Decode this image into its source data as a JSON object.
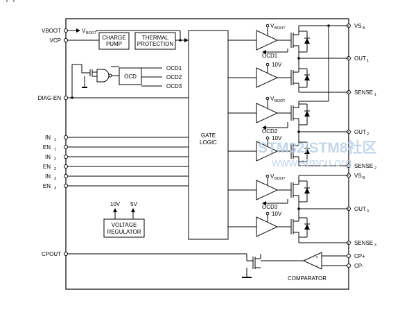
{
  "pins_left": {
    "vboot": "VBOOT",
    "vcp": "VCP",
    "diag_en": "DIAG-EN",
    "in1": "IN",
    "in1_sub": "1",
    "en1": "EN",
    "en1_sub": "1",
    "in2": "IN",
    "in2_sub": "2",
    "en2": "EN",
    "en2_sub": "2",
    "in3": "IN",
    "in3_sub": "3",
    "en3": "EN",
    "en3_sub": "3",
    "cpout": "CPOUT"
  },
  "pins_right": {
    "vsa": "VS",
    "vsa_sub": "A",
    "out1": "OUT",
    "out1_sub": "1",
    "sense1": "SENSE",
    "sense1_sub": "1",
    "out2": "OUT",
    "out2_sub": "2",
    "sense2": "SENSE",
    "sense2_sub": "2",
    "vsb": "VS",
    "vsb_sub": "B",
    "out3": "OUT",
    "out3_sub": "3",
    "sense3": "SENSE",
    "sense3_sub": "3",
    "cp_plus": "CP+",
    "cp_minus": "CP-"
  },
  "blocks": {
    "charge_pump_1": "CHARGE",
    "charge_pump_2": "PUMP",
    "thermal_1": "THERMAL",
    "thermal_2": "PROTECTION",
    "ocd": "OCD",
    "gate_logic_1": "GATE",
    "gate_logic_2": "LOGIC",
    "voltage_reg_1": "VOLTAGE",
    "voltage_reg_2": "REGULATOR",
    "comparator": "COMPARATOR"
  },
  "signals": {
    "vboot_int": "V",
    "vboot_int_sub": "BOOT",
    "ocd1_in": "OCD1",
    "ocd2_in": "OCD2",
    "ocd3_in": "OCD3",
    "ocd1_out": "OCD1",
    "ocd2_out": "OCD2",
    "ocd3_out": "OCD3",
    "drv_vboot_1": "V",
    "drv_vboot_1_sub": "BOOT",
    "drv_10v_1": "10V",
    "drv_vboot_2": "V",
    "drv_vboot_2_sub": "BOOT",
    "drv_10v_2": "10V",
    "drv_vboot_3": "V",
    "drv_vboot_3_sub": "BOOT",
    "drv_10v_3": "10V",
    "reg_10v": "10V",
    "reg_5v": "5V"
  },
  "watermark": {
    "line1": "STM32/STM8社区",
    "line2": "www.stmcu.org"
  }
}
